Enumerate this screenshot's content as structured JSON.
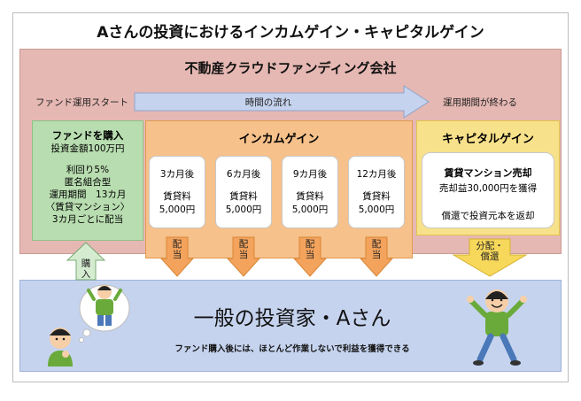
{
  "title": "Aさんの投資におけるインカムゲイン・キャピタルゲイン",
  "company": {
    "title": "不動産クラウドファンディング会社",
    "flow_start": "ファンド運用スタート",
    "flow_label": "時間の流れ",
    "flow_end": "運用期間が終わる"
  },
  "buy": {
    "title": "ファンドを購入",
    "lines": [
      "投資金額100万円",
      "",
      "利回り5%",
      "匿名組合型",
      "運用期間　13カ月",
      "〈賃貸マンション〉",
      "3カ月ごとに配当"
    ]
  },
  "income": {
    "title": "インカムゲイン",
    "cards": [
      {
        "period": "3カ月後",
        "label": "賃貸料",
        "amount": "5,000円"
      },
      {
        "period": "6カ月後",
        "label": "賃貸料",
        "amount": "5,000円"
      },
      {
        "period": "9カ月後",
        "label": "賃貸料",
        "amount": "5,000円"
      },
      {
        "period": "12カ月後",
        "label": "賃貸料",
        "amount": "5,000円"
      }
    ],
    "arrow_label": [
      "配",
      "当"
    ]
  },
  "capital": {
    "title": "キャピタルゲイン",
    "card_title": "賃貸マンション売却",
    "card_line1": "売却益30,000円を獲得",
    "card_line2": "償還で投資元本を返却",
    "arrow_label": [
      "分配・",
      "償還"
    ]
  },
  "purchase_arrow": [
    "購",
    "入"
  ],
  "investor": {
    "title": "一般の投資家・Aさん",
    "subtitle": "ファンド購入後には、ほとんど作業しないで利益を獲得できる"
  },
  "colors": {
    "company_bg": "#e6b8b3",
    "buy_bg": "#b8ddb0",
    "income_bg": "#f6c18a",
    "capital_bg": "#f8e18b",
    "investor_bg": "#c5d3ee",
    "income_arrow": "#f3a35c",
    "capital_arrow": "#f8d85a"
  }
}
